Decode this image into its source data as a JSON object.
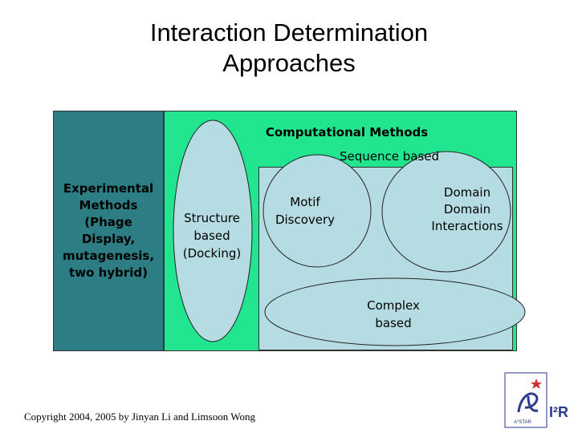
{
  "slide": {
    "title": "Interaction Determination\nApproaches",
    "footer": "Copyright 2004, 2005 by Jinyan Li and Limsoon Wong"
  },
  "diagram": {
    "experimental": {
      "label": "Experimental\nMethods\n(Phage\nDisplay,\nmutagenesis,\ntwo hybrid)",
      "color": "#2d7e84"
    },
    "computational": {
      "label": "Computational Methods",
      "color": "#22e58f"
    },
    "sequence_based": {
      "label": "Sequence based",
      "color": "#b6dce3"
    },
    "structure_based": {
      "label": "Structure\nbased\n(Docking)"
    },
    "motif_discovery": {
      "label": "Motif\nDiscovery"
    },
    "domain_interactions": {
      "label": "Domain\nDomain\nInteractions"
    },
    "complex_based": {
      "label": "Complex\nbased"
    }
  },
  "logo": {
    "org_text": "A*STAR",
    "mark_text": "I²R",
    "color": "#2a3a8c"
  }
}
